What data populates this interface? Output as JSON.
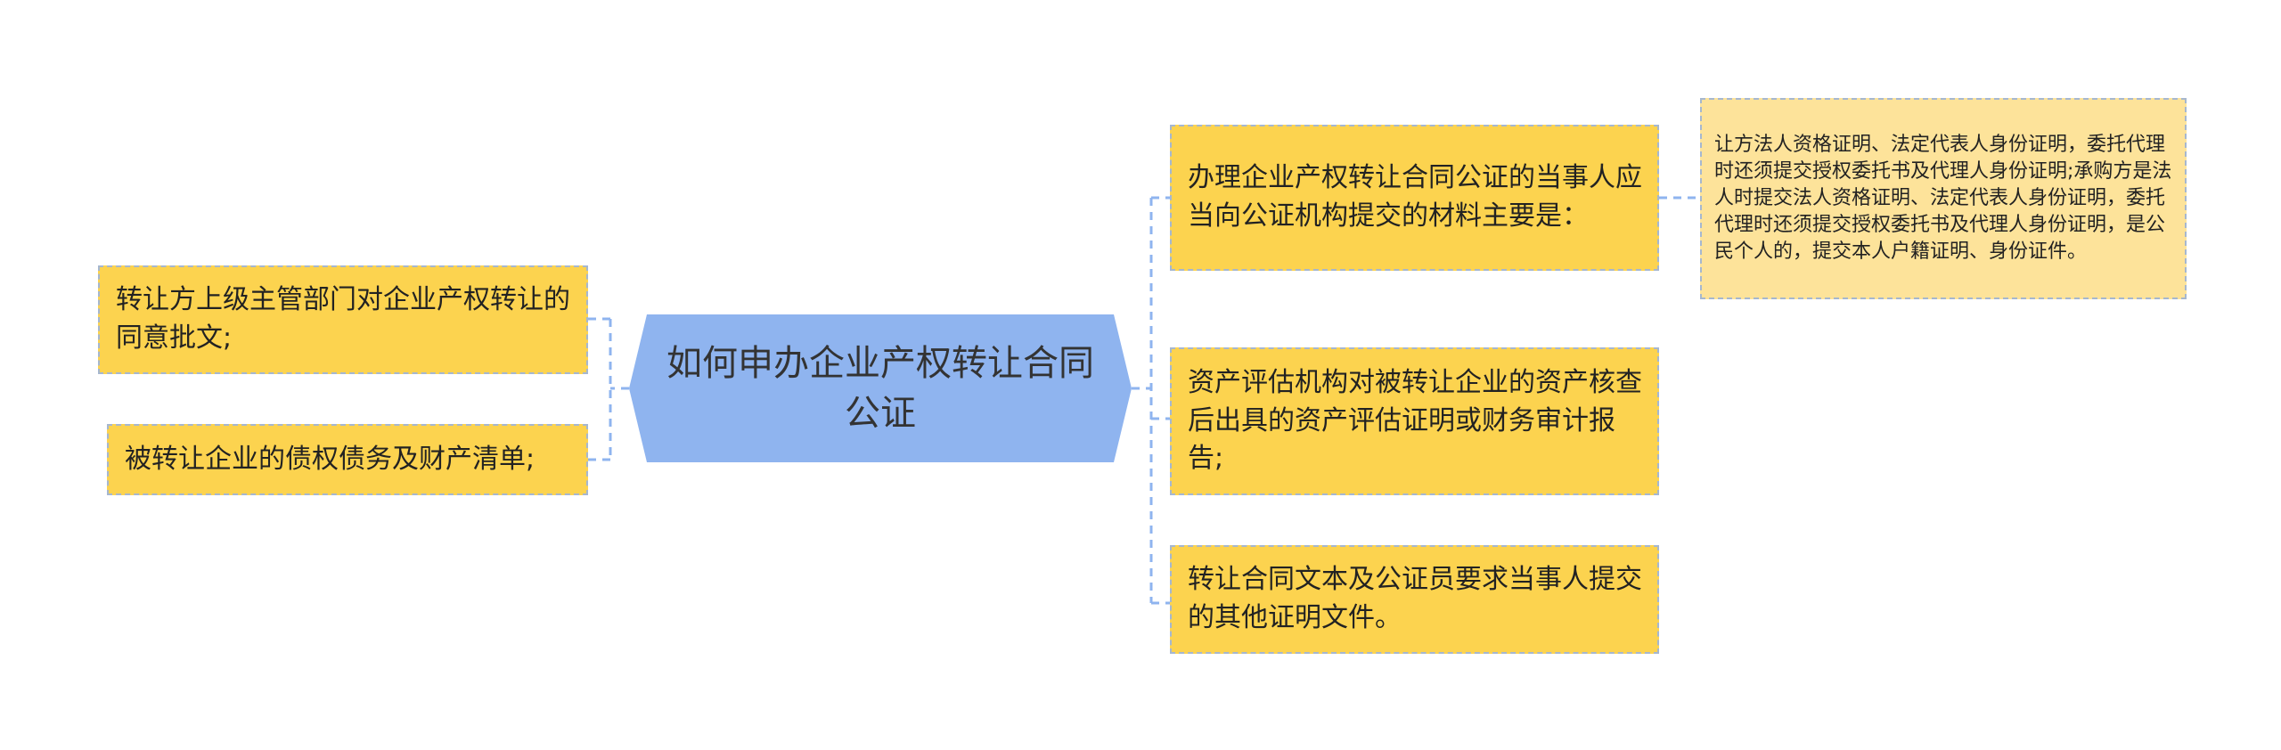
{
  "central_topic": "如何申办企业产权转让合同公证",
  "left_branches": [
    {
      "text": "转让方上级主管部门对企业产权转让的同意批文;"
    },
    {
      "text": "被转让企业的债权债务及财产清单;"
    }
  ],
  "right_branches": [
    {
      "text": "办理企业产权转让合同公证的当事人应当向公证机构提交的材料主要是：",
      "detail": "让方法人资格证明、法定代表人身份证明，委托代理时还须提交授权委托书及代理人身份证明;承购方是法人时提交法人资格证明、法定代表人身份证明，委托代理时还须提交授权委托书及代理人身份证明，是公民个人的，提交本人户籍证明、身份证件。"
    },
    {
      "text": "资产评估机构对被转让企业的资产核查后出具的资产评估证明或财务审计报告;"
    },
    {
      "text": "转让合同文本及公证员要求当事人提交的其他证明文件。"
    }
  ],
  "colors": {
    "central_fill": "#8fb4ef",
    "node_fill": "#fcd34f",
    "detail_fill": "#fde39a",
    "node_border": "#a6b7cf",
    "connector": "#8fb4ef"
  }
}
